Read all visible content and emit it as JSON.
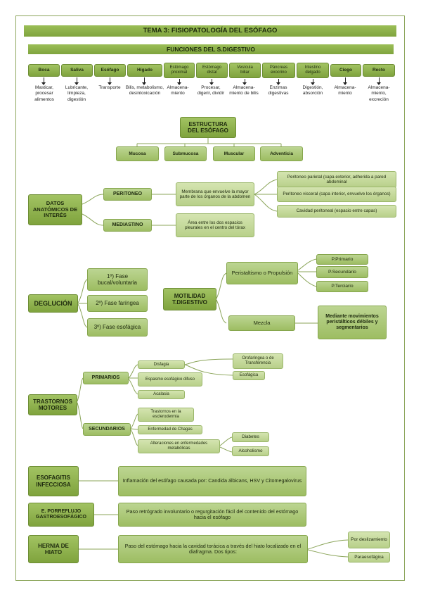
{
  "title": "TEMA 3: FISIOPATOLOGÍA DEL ESÓFAGO",
  "funciones": {
    "heading": "FUNCIONES DEL S.DIGESTIVO",
    "organs": [
      {
        "name": "Boca",
        "desc": "Masticar, procesar alimentos"
      },
      {
        "name": "Saliva",
        "desc": "Lubricante, limpieza, digestión"
      },
      {
        "name": "Esófago",
        "desc": "Transporte"
      },
      {
        "name": "Hígado",
        "desc": "Bilis, metabolismo, desintoxicación"
      },
      {
        "name": "Estómago proximal",
        "desc": "Almacena-miento"
      },
      {
        "name": "Estómago distal",
        "desc": "Procesar, digerir, dividir"
      },
      {
        "name": "Vesícula biliar",
        "desc": "Almacena-miento de bilis"
      },
      {
        "name": "Páncreas exocrino",
        "desc": "Enzimas digestivas"
      },
      {
        "name": "Intestino delgado",
        "desc": "Digestión, absorción"
      },
      {
        "name": "Ciego",
        "desc": "Almacena-miento"
      },
      {
        "name": "Recto",
        "desc": "Almacena-miento, excreción"
      }
    ]
  },
  "estructura": {
    "heading": "ESTRUCTURA DEL ESÓFAGO",
    "layers": [
      "Mucosa",
      "Submucosa",
      "Muscular",
      "Adventicia"
    ]
  },
  "datos": {
    "label": "DATOS ANATÓMICOS DE INTERÉS",
    "peritoneo": "PERITONEO",
    "peritoneo_desc": "Membrana que envuelve la mayor parte de los órganos de la abdomen",
    "peritoneo_items": [
      "Peritoneo parietal (capa exterior, adherida a pared abdominal",
      "Peritoneo visceral (capa interior, envuelve los órganos)",
      "Cavidad peritoneal (espacio entre capas)"
    ],
    "mediastino": "MEDIASTINO",
    "mediastino_desc": "Área entre los dos espacios pleurales en el centro del tórax"
  },
  "deglucion": {
    "label": "DEGLUCIÓN",
    "fases": [
      "1º) Fase bucal/voluntaria",
      "2º) Fase faríngea",
      "3º) Fase esofágica"
    ]
  },
  "motilidad": {
    "label": "MOTILIDAD T.DIGESTIVO",
    "peristaltismo": "Peristaltismo o Propulsión",
    "tipos": [
      "P.Primario",
      "P.Secundario",
      "P.Terciario"
    ],
    "mezcla": "Mezcla",
    "mezcla_desc": "Mediante movimientos peristálticos débiles y segmentarios"
  },
  "trastornos": {
    "label": "TRASTORNOS MOTORES",
    "primarios": "PRIMARIOS",
    "primarios_items": [
      "Disfagia",
      "Espasmo esofágico difuso",
      "Acalasia"
    ],
    "disfagia_tipos": [
      "Orofaríngea o de Transferencia",
      "Esofágica"
    ],
    "secundarios": "SECUNDARIOS",
    "secundarios_items": [
      "Trastornos en la esclerodermia",
      "Enfermedad de Chagas",
      "Alteraciones en enfermedades metabólicas"
    ],
    "metabolicas": [
      "Diabetes",
      "Alcoholismo"
    ]
  },
  "esofagitis": {
    "label": "ESOFAGITIS INFECCIOSA",
    "desc": "Inflamación del esófago causada por: Candida álbicans, HSV y Citomegalovirus"
  },
  "reflujo": {
    "label": "E. PORREFLUJO GASTROESOFÁGICO",
    "desc": "Paso retrógrado involuntario o regurgitación fácil del contenido del estómago hacia el esófago"
  },
  "hernia": {
    "label": "HERNIA DE HIATO",
    "desc": "Paso del estómago hacia la cavidad torácica a través del hiato localizado en el diafragma. Dos tipos:",
    "tipos": [
      "Por deslizamiento",
      "Paraesofágica"
    ]
  }
}
